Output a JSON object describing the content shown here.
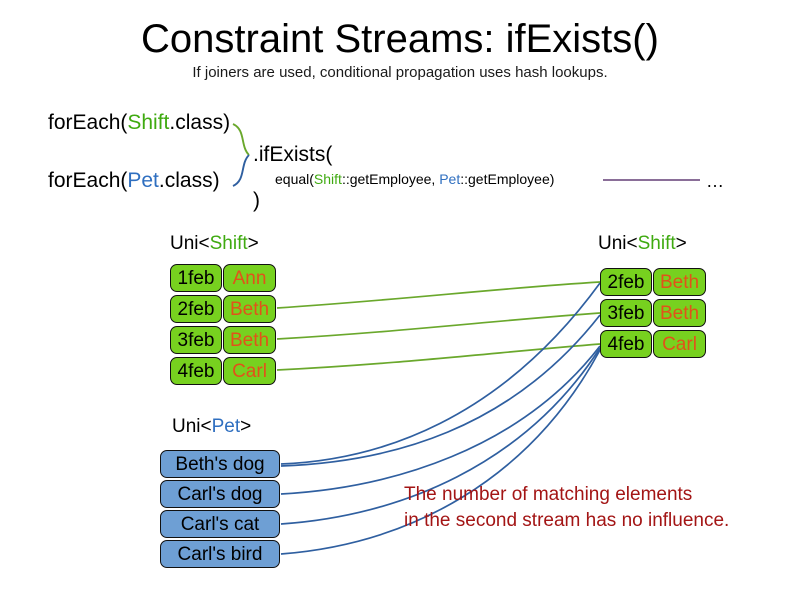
{
  "slide": {
    "title": "Constraint Streams: ifExists()",
    "subtitle": "If joiners are used, conditional propagation uses hash lookups."
  },
  "code": {
    "line1": {
      "prefix": "forEach(",
      "type": "Shift",
      "suffix": ".class)"
    },
    "line2": {
      "prefix": "forEach(",
      "type": "Pet",
      "suffix": ".class)"
    },
    "method": ".ifExists(",
    "joiner": {
      "prefix": "equal(",
      "left_type": "Shift",
      "left_ref": "::getEmployee, ",
      "right_type": "Pet",
      "right_ref": "::getEmployee)"
    },
    "close_paren": ")",
    "ellipsis": "…"
  },
  "streams": {
    "left_shift": {
      "label_prefix": "Uni<",
      "label_type": "Shift",
      "label_suffix": ">",
      "rows": [
        {
          "date": "1feb",
          "name": "Ann"
        },
        {
          "date": "2feb",
          "name": "Beth"
        },
        {
          "date": "3feb",
          "name": "Beth"
        },
        {
          "date": "4feb",
          "name": "Carl"
        }
      ]
    },
    "right_shift": {
      "label_prefix": "Uni<",
      "label_type": "Shift",
      "label_suffix": ">",
      "rows": [
        {
          "date": "2feb",
          "name": "Beth"
        },
        {
          "date": "3feb",
          "name": "Beth"
        },
        {
          "date": "4feb",
          "name": "Carl"
        }
      ]
    },
    "pets": {
      "label_prefix": "Uni<",
      "label_type": "Pet",
      "label_suffix": ">",
      "rows": [
        {
          "text": "Beth's dog"
        },
        {
          "text": "Carl's dog"
        },
        {
          "text": "Carl's cat"
        },
        {
          "text": "Carl's bird"
        }
      ]
    }
  },
  "annotation": {
    "line1": "The number of matching elements",
    "line2": "in the second stream has no influence."
  },
  "colors": {
    "shift_green": "#3faa10",
    "pet_blue": "#2f6fc0",
    "box_green_fill": "#77d11f",
    "box_blue_fill": "#6e9fd4",
    "name_orange": "#e2521a",
    "annotation_red": "#a31515",
    "wire_green": "#6aa82c",
    "wire_blue": "#2f5fa0",
    "wire_purple": "#7a5a8a"
  }
}
